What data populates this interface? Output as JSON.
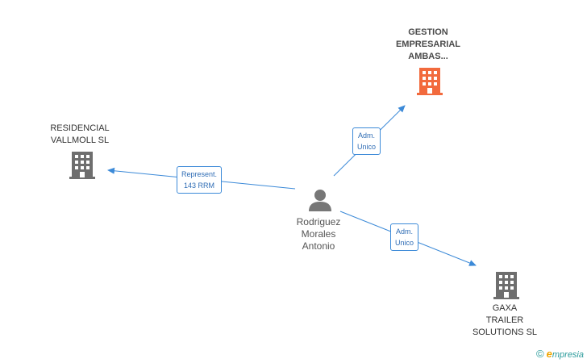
{
  "colors": {
    "edge": "#3c8ad8",
    "company_icon": "#6e6e6e",
    "highlight_icon": "#f26a3d",
    "person_icon": "#777777"
  },
  "nodes": {
    "gestion": {
      "label": "GESTION\nEMPRESARIAL\nAMBAS...",
      "icon": "building-icon"
    },
    "residencial": {
      "label": "RESIDENCIAL\nVALLMOLL SL",
      "icon": "building-icon"
    },
    "person": {
      "label": "Rodriguez\nMorales\nAntonio",
      "icon": "person-icon"
    },
    "gaxa": {
      "label": "GAXA\nTRAILER\nSOLUTIONS SL",
      "icon": "building-icon"
    }
  },
  "edges": {
    "to_gestion": {
      "label": "Adm.\nUnico"
    },
    "to_residencial": {
      "label": "Represent.\n143 RRM"
    },
    "to_gaxa": {
      "label": "Adm.\nUnico"
    }
  },
  "footer": {
    "copyright": "©",
    "brand_initial": "e",
    "brand_rest": "mpresia"
  }
}
